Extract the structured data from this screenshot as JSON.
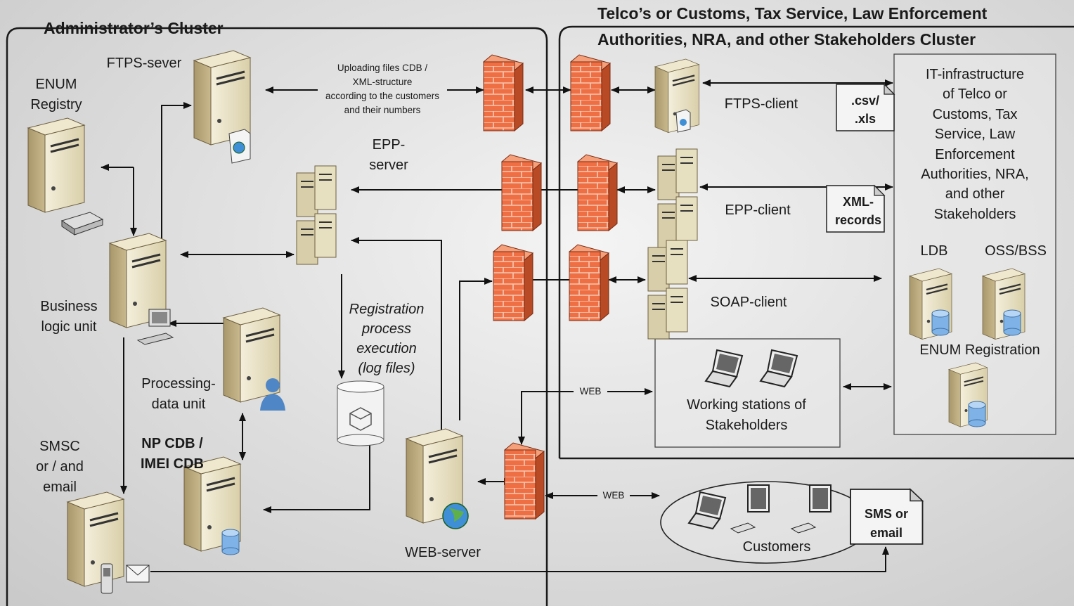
{
  "clusters": {
    "admin_title": "Administrator’s Cluster",
    "stakeholder_title_line1": "Telco’s or Customs, Tax Service, Law Enforcement",
    "stakeholder_title_line2": "Authorities, NRA, and other Stakeholders Cluster"
  },
  "nodes": {
    "enum_registry_1": "ENUM",
    "enum_registry_2": "Registry",
    "ftps_server": "FTPS-sever",
    "epp_server_1": "EPP-",
    "epp_server_2": "server",
    "business_logic_1": "Business",
    "business_logic_2": "logic unit",
    "processing_1": "Processing-",
    "processing_2": "data unit",
    "np_cdb_1": "NP CDB /",
    "np_cdb_2": "IMEI CDB",
    "smsc_1": "SMSC",
    "smsc_2": "or / and",
    "smsc_3": "email",
    "registration_1": "Registration",
    "registration_2": "process",
    "registration_3": "execution",
    "registration_4": "(log files)",
    "web_server": "WEB-server",
    "ftps_client": "FTPS-client",
    "epp_client": "EPP-client",
    "soap_client": "SOAP-client",
    "working_1": "Working stations of",
    "working_2": "Stakeholders",
    "customers": "Customers",
    "it_infra": [
      "IT-infrastructure",
      "of Telco or",
      "Customs, Tax",
      "Service, Law",
      "Enforcement",
      "Authorities, NRA,",
      "and other",
      "Stakeholders"
    ],
    "ldb": "LDB",
    "oss_bss": "OSS/BSS",
    "enum_registration": "ENUM Registration"
  },
  "docs": {
    "csv_1": ".csv/",
    "csv_2": ".xls",
    "xml_1": "XML-",
    "xml_2": "records",
    "sms_1": "SMS or",
    "sms_2": "email"
  },
  "edge_labels": {
    "upload": [
      "Uploading files CDB /",
      "XML-structure",
      "according to the customers",
      "and their numbers"
    ],
    "web_upper": "WEB",
    "web_lower": "WEB"
  },
  "colors": {
    "firewall": "#e8643c",
    "server_front": "#e9e2c6",
    "server_side": "#b6a57a",
    "cluster_border": "#1a1a1a"
  }
}
